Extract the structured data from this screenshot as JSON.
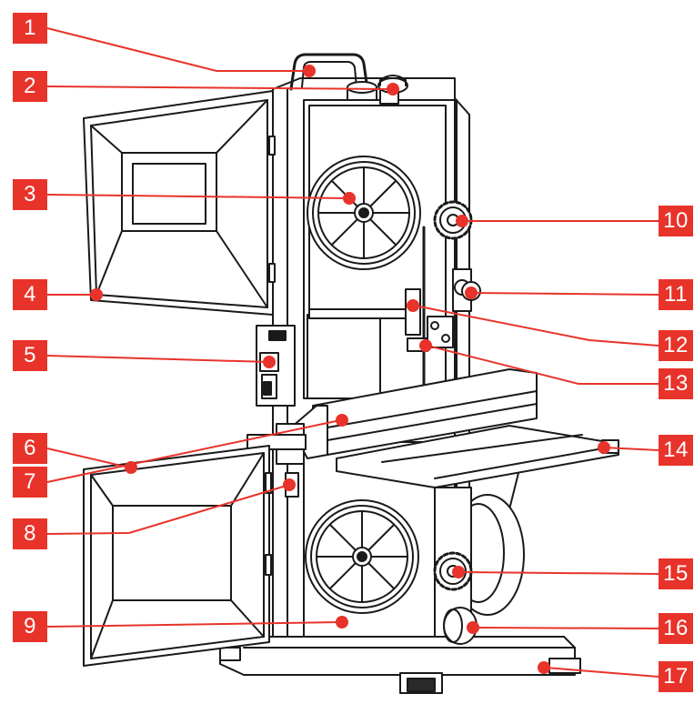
{
  "figure": {
    "callouts": [
      "1",
      "2",
      "3",
      "4",
      "5",
      "6",
      "7",
      "8",
      "9",
      "10",
      "11",
      "12",
      "13",
      "14",
      "15",
      "16",
      "17"
    ]
  },
  "colors": {
    "accent": "#e8332a",
    "line": "#1a1a1a",
    "background": "#ffffff"
  }
}
